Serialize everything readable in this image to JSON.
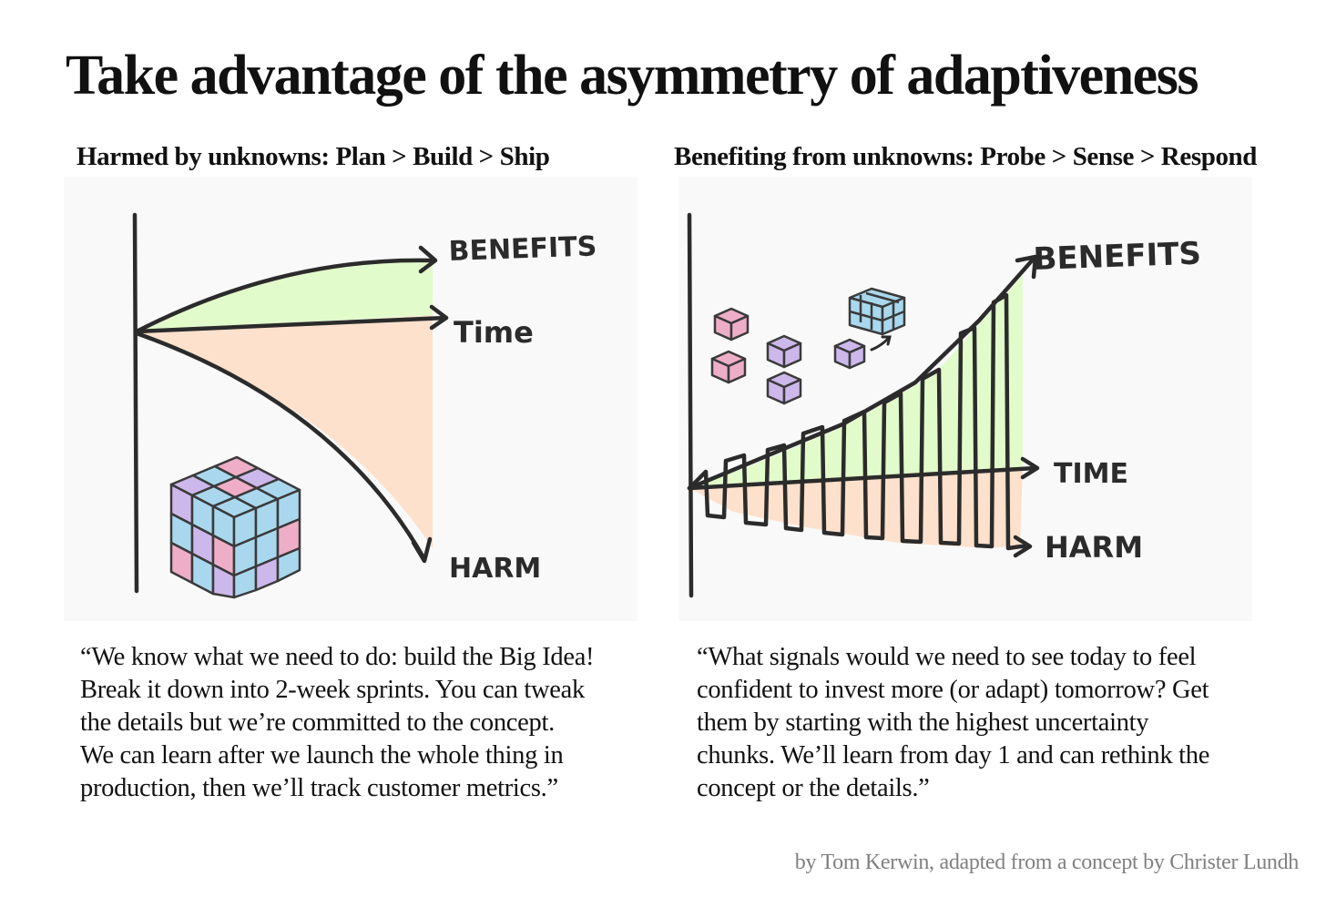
{
  "title": "Take advantage of the asymmetry of adaptiveness",
  "left": {
    "heading": "Harmed by unknowns: Plan > Build > Ship",
    "labels": {
      "benefits": "BENEFITS",
      "time": "Time",
      "harm": "HARM"
    },
    "quote_lines": [
      "“We know what we need to do: build the Big Idea!",
      "Break it down into 2-week sprints. You can tweak",
      "the details but we’re committed to the concept.",
      "We can learn after we launch the whole thing in",
      "production, then we’ll track customer metrics.”"
    ]
  },
  "right": {
    "heading": "Benefiting from unknowns: Probe > Sense > Respond",
    "labels": {
      "benefits": "BENEFITS",
      "time": "TIME",
      "harm": "HARM"
    },
    "quote_lines": [
      "“What signals would we need to see today to feel",
      "confident to invest more (or adapt) tomorrow? Get",
      "them by starting with the highest uncertainty",
      "chunks. We’ll learn from day 1 and can rethink the",
      "concept or the details.”"
    ]
  },
  "credit": "by Tom Kerwin, adapted from a concept by Christer Lundh",
  "colors": {
    "benefit_fill": "#e2fbcb",
    "harm_fill": "#fde1cc",
    "ink": "#2b2b2b",
    "cube_blue": "#a9d8ee",
    "cube_pink": "#eeaec8",
    "cube_purple": "#cdb8ec"
  }
}
